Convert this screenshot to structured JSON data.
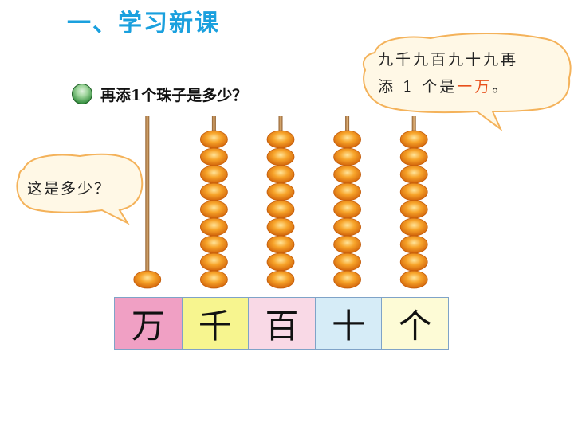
{
  "header": {
    "title": "一、学习新课"
  },
  "question": {
    "text": "再添1个珠子是多少？",
    "icon": "green-bullet-icon"
  },
  "bubbles": {
    "right": {
      "line1": "九千九百九十九再",
      "line2_prefix": "添 1 个是",
      "line2_highlight": "一万",
      "line2_suffix": "。"
    },
    "left": {
      "text": "这是多少？"
    }
  },
  "abacus": {
    "columns": [
      {
        "label": "万",
        "beads": 1,
        "color": "#f0a0c4"
      },
      {
        "label": "千",
        "beads": 9,
        "color": "#f7f58f"
      },
      {
        "label": "百",
        "beads": 9,
        "color": "#f9d9e6"
      },
      {
        "label": "十",
        "beads": 9,
        "color": "#d6ecf7"
      },
      {
        "label": "个",
        "beads": 9,
        "color": "#fdfbd6"
      }
    ],
    "bead_color": "#f28a1a",
    "rod_color": "#b8864a"
  }
}
